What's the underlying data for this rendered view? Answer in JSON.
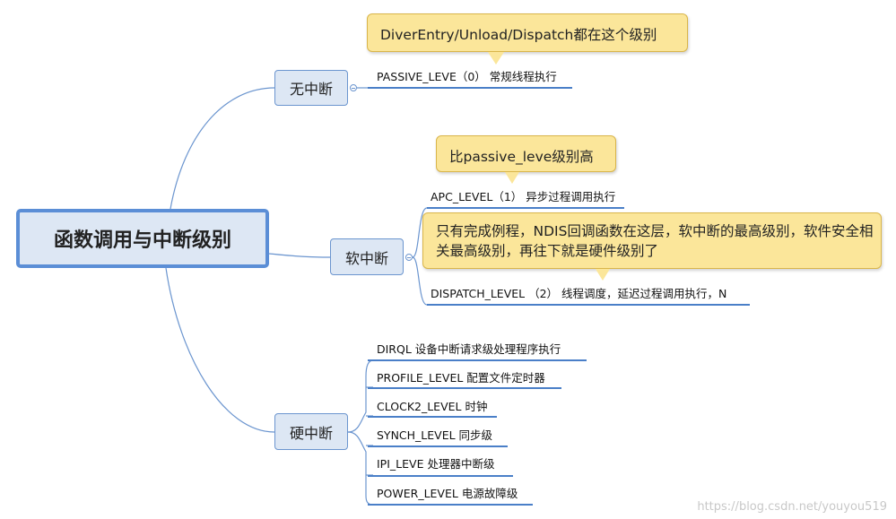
{
  "root": {
    "label": "函数调用与中断级别"
  },
  "branches": [
    {
      "label": "无中断",
      "items": [
        "PASSIVE_LEVE（0） 常规线程执行"
      ],
      "callouts": [
        "DiverEntry/Unload/Dispatch都在这个级别"
      ]
    },
    {
      "label": "软中断",
      "items": [
        "APC_LEVEL（1） 异步过程调用执行",
        "DISPATCH_LEVEL （2） 线程调度，延迟过程调用执行，N"
      ],
      "callouts": [
        "比passive_leve级别高",
        "只有完成例程，NDIS回调函数在这层，软中断的最高级别，软件安全相关最高级别，再往下就是硬件级别了"
      ]
    },
    {
      "label": "硬中断",
      "items": [
        "DIRQL 设备中断请求级处理程序执行",
        "PROFILE_LEVEL 配置文件定时器",
        "CLOCK2_LEVEL 时钟",
        "SYNCH_LEVEL 同步级",
        "IPI_LEVE 处理器中断级",
        "POWER_LEVEL 电源故障级"
      ],
      "callouts": []
    }
  ],
  "watermark": "https://blog.csdn.net/youyou519",
  "colors": {
    "link": "#6b95cf",
    "underline": "#4a7fc8",
    "callout": "#fbe69a",
    "node": "#dde7f4"
  }
}
